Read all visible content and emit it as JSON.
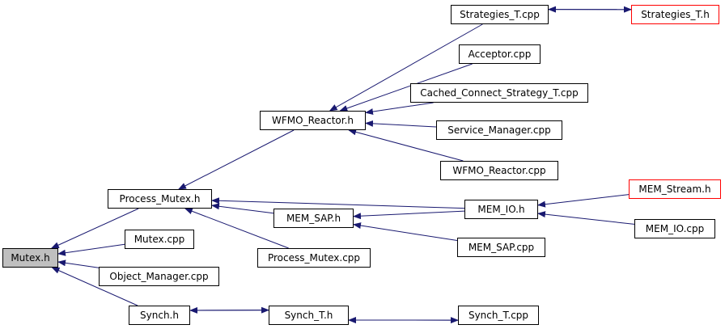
{
  "graph": {
    "colors": {
      "edge": "#191970",
      "node_border": "#000000",
      "highlight_border": "#ff0000",
      "focus_fill": "#bfbfbf"
    },
    "nodes": [
      {
        "id": "mutex_h",
        "label": "Mutex.h",
        "style": "focus"
      },
      {
        "id": "process_mutex_h",
        "label": "Process_Mutex.h",
        "style": "normal"
      },
      {
        "id": "mutex_cpp",
        "label": "Mutex.cpp",
        "style": "normal"
      },
      {
        "id": "object_manager_cpp",
        "label": "Object_Manager.cpp",
        "style": "normal"
      },
      {
        "id": "synch_h",
        "label": "Synch.h",
        "style": "normal"
      },
      {
        "id": "wfmo_reactor_h",
        "label": "WFMO_Reactor.h",
        "style": "normal"
      },
      {
        "id": "mem_sap_h",
        "label": "MEM_SAP.h",
        "style": "normal"
      },
      {
        "id": "process_mutex_cpp",
        "label": "Process_Mutex.cpp",
        "style": "normal"
      },
      {
        "id": "synch_t_h",
        "label": "Synch_T.h",
        "style": "normal"
      },
      {
        "id": "strategies_t_cpp",
        "label": "Strategies_T.cpp",
        "style": "normal"
      },
      {
        "id": "acceptor_cpp",
        "label": "Acceptor.cpp",
        "style": "normal"
      },
      {
        "id": "cached_connect_strategy_t_cpp",
        "label": "Cached_Connect_Strategy_T.cpp",
        "style": "normal"
      },
      {
        "id": "service_manager_cpp",
        "label": "Service_Manager.cpp",
        "style": "normal"
      },
      {
        "id": "wfmo_reactor_cpp",
        "label": "WFMO_Reactor.cpp",
        "style": "normal"
      },
      {
        "id": "mem_io_h",
        "label": "MEM_IO.h",
        "style": "normal"
      },
      {
        "id": "mem_sap_cpp",
        "label": "MEM_SAP.cpp",
        "style": "normal"
      },
      {
        "id": "synch_t_cpp",
        "label": "Synch_T.cpp",
        "style": "normal"
      },
      {
        "id": "strategies_t_h",
        "label": "Strategies_T.h",
        "style": "red"
      },
      {
        "id": "mem_stream_h",
        "label": "MEM_Stream.h",
        "style": "red"
      },
      {
        "id": "mem_io_cpp",
        "label": "MEM_IO.cpp",
        "style": "normal"
      }
    ],
    "edges": [
      {
        "from": "process_mutex_h",
        "to": "mutex_h"
      },
      {
        "from": "mutex_cpp",
        "to": "mutex_h"
      },
      {
        "from": "object_manager_cpp",
        "to": "mutex_h"
      },
      {
        "from": "synch_h",
        "to": "mutex_h"
      },
      {
        "from": "wfmo_reactor_h",
        "to": "process_mutex_h"
      },
      {
        "from": "mem_sap_h",
        "to": "process_mutex_h"
      },
      {
        "from": "process_mutex_cpp",
        "to": "process_mutex_h"
      },
      {
        "from": "mem_io_h",
        "to": "process_mutex_h"
      },
      {
        "from": "strategies_t_cpp",
        "to": "wfmo_reactor_h"
      },
      {
        "from": "acceptor_cpp",
        "to": "wfmo_reactor_h"
      },
      {
        "from": "cached_connect_strategy_t_cpp",
        "to": "wfmo_reactor_h"
      },
      {
        "from": "service_manager_cpp",
        "to": "wfmo_reactor_h"
      },
      {
        "from": "wfmo_reactor_cpp",
        "to": "wfmo_reactor_h"
      },
      {
        "from": "mem_io_h",
        "to": "mem_sap_h"
      },
      {
        "from": "mem_sap_cpp",
        "to": "mem_sap_h"
      },
      {
        "from": "mem_stream_h",
        "to": "mem_io_h"
      },
      {
        "from": "mem_io_cpp",
        "to": "mem_io_h"
      },
      {
        "from": "strategies_t_h",
        "to": "strategies_t_cpp"
      },
      {
        "from": "strategies_t_cpp",
        "to": "strategies_t_h"
      },
      {
        "from": "synch_t_h",
        "to": "synch_h"
      },
      {
        "from": "synch_h",
        "to": "synch_t_h"
      },
      {
        "from": "synch_t_cpp",
        "to": "synch_t_h"
      },
      {
        "from": "synch_t_h",
        "to": "synch_t_cpp"
      }
    ]
  }
}
